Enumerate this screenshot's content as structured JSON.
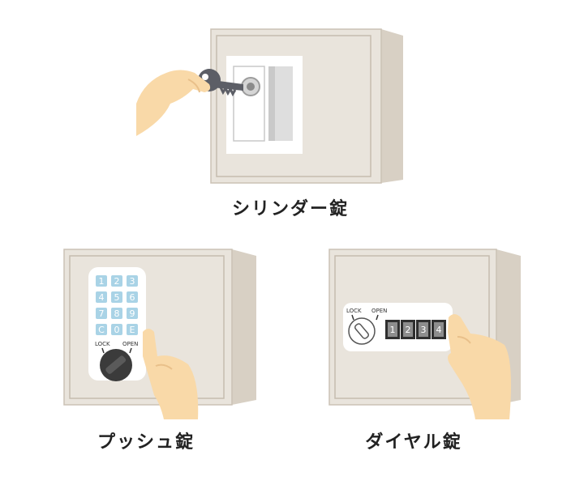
{
  "captions": {
    "cylinder": "シリンダー錠",
    "push": "プッシュ錠",
    "dial": "ダイヤル錠"
  },
  "push_keypad": {
    "keys": [
      "1",
      "2",
      "3",
      "4",
      "5",
      "6",
      "7",
      "8",
      "9",
      "C",
      "0",
      "E"
    ],
    "lock_label": "LOCK",
    "open_label": "OPEN"
  },
  "dial_lock": {
    "digits": [
      "1",
      "2",
      "3",
      "4"
    ],
    "lock_label": "LOCK",
    "open_label": "OPEN"
  },
  "colors": {
    "safe_body": "#e9e4dc",
    "safe_side": "#d8d0c4",
    "safe_outline": "#bfb5a7",
    "key_metal": "#5c5e66",
    "keypad_button": "#a9d3e6",
    "skin": "#f9d9a8",
    "dial_knob": "#3b3b3b"
  }
}
